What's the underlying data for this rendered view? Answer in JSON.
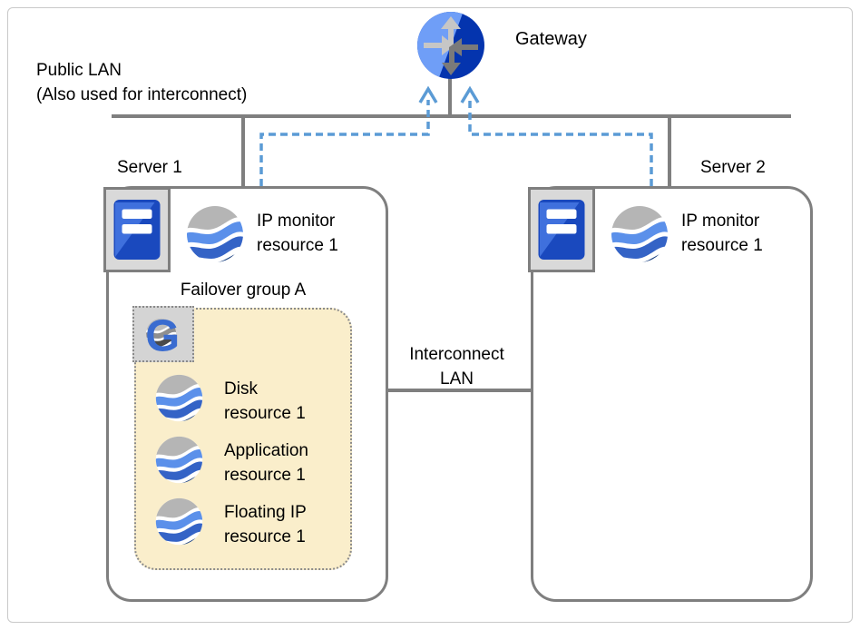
{
  "gateway": {
    "label": "Gateway"
  },
  "public_lan": {
    "line1": "Public LAN",
    "line2": "(Also used for interconnect)"
  },
  "interconnect_lan": {
    "line1": "Interconnect",
    "line2": "LAN"
  },
  "server1": {
    "name": "Server 1",
    "ip_monitor": {
      "line1": "IP monitor",
      "line2": "resource 1"
    },
    "failover_group": {
      "title": "Failover group A",
      "resources": [
        {
          "line1": "Disk",
          "line2": "resource 1"
        },
        {
          "line1": "Application",
          "line2": "resource 1"
        },
        {
          "line1": "Floating IP",
          "line2": "resource 1"
        }
      ]
    }
  },
  "server2": {
    "name": "Server 2",
    "ip_monitor": {
      "line1": "IP monitor",
      "line2": "resource 1"
    }
  },
  "icons": {
    "gateway": "router-icon",
    "server": "server-chassis-icon",
    "resource": "globe-wave-icon",
    "group": "failover-group-g-icon"
  },
  "colors": {
    "line_gray": "#7f7f7f",
    "dashed_arrow_blue": "#5b9bd5",
    "group_fill": "#faeecb",
    "icon_tray_gray": "#d9d9d9",
    "server_blue": "#1a49be",
    "server_blue_light": "#3f70dd",
    "gateway_dark_blue": "#0434ae",
    "gateway_light_blue": "#6f9ef7",
    "sphere_light_blue": "#5b90ea",
    "sphere_mid_blue": "#3463c6",
    "sphere_navy": "#123a7c",
    "sphere_gray": "#b5b5b5",
    "frame_gray": "#c9c9c9"
  }
}
